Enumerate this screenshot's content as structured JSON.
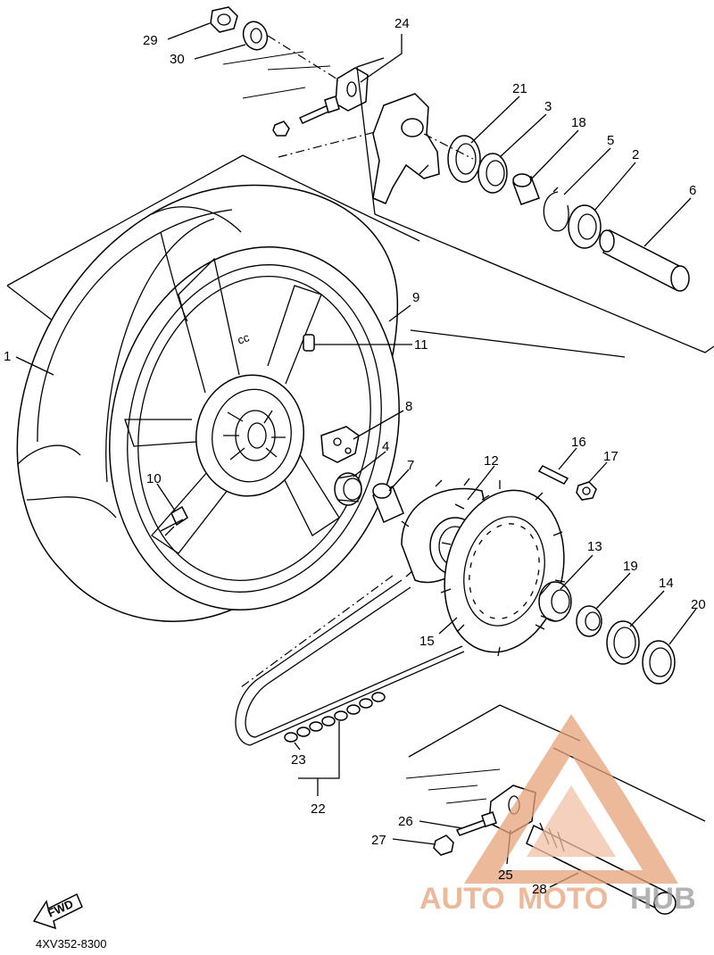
{
  "diagram": {
    "part_numbers": [
      "29",
      "30",
      "24",
      "21",
      "3",
      "18",
      "5",
      "2",
      "6",
      "9",
      "11",
      "1",
      "8",
      "16",
      "17",
      "4",
      "7",
      "12",
      "10",
      "13",
      "19",
      "14",
      "20",
      "15",
      "23",
      "22",
      "26",
      "27",
      "25",
      "28"
    ],
    "drawing_code": "4XV352-8300",
    "fwd_label": "FWD"
  },
  "watermark": {
    "part1": "AUTO",
    "part2": "MOTO",
    "part3": "HUB",
    "color_primary": "#e8a27a",
    "color_secondary": "#9a9a9a"
  }
}
